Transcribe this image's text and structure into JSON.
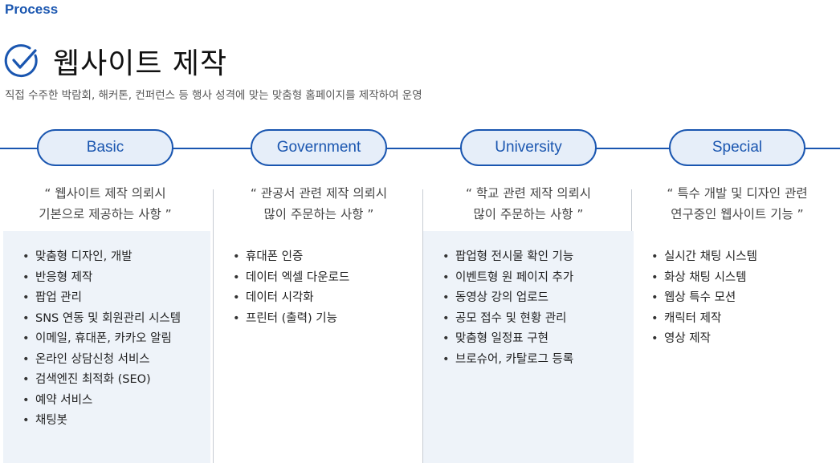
{
  "eyebrow": "Process",
  "title": "웹사이트 제작",
  "subtitle": "직접 수주한 박람회, 해커톤, 컨퍼런스 등 행사 성격에 맞는 맞춤형 홈페이지를 제작하여 운영",
  "accent_color": "#1a56b0",
  "columns": [
    {
      "label": "Basic",
      "quote_line1": "“ 웹사이트 제작 의뢰시",
      "quote_line2": "기본으로 제공하는 사항 ”",
      "items": [
        "맞춤형 디자인, 개발",
        "반응형 제작",
        "팝업 관리",
        "SNS 연동 및 회원관리 시스템",
        "이메일, 휴대폰, 카카오 알림",
        "온라인 상담신청 서비스",
        "검색엔진 최적화 (SEO)",
        "예약 서비스",
        "채팅봇"
      ]
    },
    {
      "label": "Government",
      "quote_line1": "“ 관공서 관련 제작 의뢰시",
      "quote_line2": "많이 주문하는 사항 ”",
      "items": [
        "휴대폰 인증",
        "데이터 엑셀 다운로드",
        "데이터 시각화",
        "프린터 (출력) 기능"
      ]
    },
    {
      "label": "University",
      "quote_line1": "“ 학교 관련 제작 의뢰시",
      "quote_line2": "많이 주문하는 사항 ”",
      "items": [
        "팝업형 전시물 확인 기능",
        "이벤트형 원 페이지 추가",
        "동영상 강의 업로드",
        "공모 접수 및 현황 관리",
        "맞춤형 일정표 구현",
        "브로슈어, 카탈로그 등록"
      ]
    },
    {
      "label": "Special",
      "quote_line1": "“ 특수 개발 및 디자인 관련",
      "quote_line2": "연구중인 웹사이트 기능 ”",
      "items": [
        "실시간 채팅 시스템",
        "화상 채팅 시스템",
        "웹상 특수 모션",
        "캐릭터 제작",
        "영상 제작"
      ]
    }
  ]
}
